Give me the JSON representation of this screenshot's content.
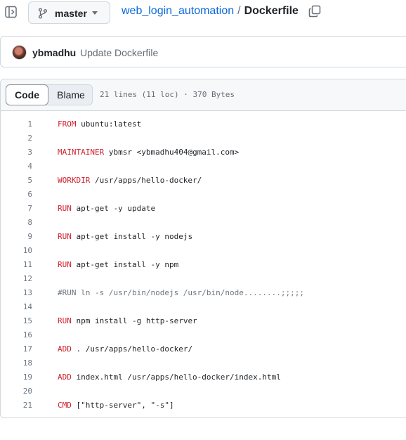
{
  "topbar": {
    "sidepanel_icon": "sidebar-expand-icon",
    "branch": {
      "icon": "git-branch-icon",
      "name": "master",
      "caret_icon": "triangle-down-icon"
    },
    "breadcrumb": {
      "repo": "web_login_automation",
      "separator": "/",
      "file": "Dockerfile"
    },
    "copy_icon": "copy-icon"
  },
  "commit": {
    "author": "ybmadhu",
    "message": "Update Dockerfile"
  },
  "file": {
    "tabs": {
      "code": "Code",
      "blame": "Blame"
    },
    "info": "21 lines (11 loc) · 370 Bytes",
    "lines": [
      {
        "n": "1",
        "kw": "FROM",
        "rest": " ubuntu:latest",
        "comment": ""
      },
      {
        "n": "2",
        "kw": "",
        "rest": "",
        "comment": ""
      },
      {
        "n": "3",
        "kw": "MAINTAINER",
        "rest": " ybmsr <ybmadhu404@gmail.com>",
        "comment": ""
      },
      {
        "n": "4",
        "kw": "",
        "rest": "",
        "comment": ""
      },
      {
        "n": "5",
        "kw": "WORKDIR",
        "rest": " /usr/apps/hello-docker/",
        "comment": ""
      },
      {
        "n": "6",
        "kw": "",
        "rest": "",
        "comment": ""
      },
      {
        "n": "7",
        "kw": "RUN",
        "rest": " apt-get -y update",
        "comment": ""
      },
      {
        "n": "8",
        "kw": "",
        "rest": "",
        "comment": ""
      },
      {
        "n": "9",
        "kw": "RUN",
        "rest": " apt-get install -y nodejs",
        "comment": ""
      },
      {
        "n": "10",
        "kw": "",
        "rest": "",
        "comment": ""
      },
      {
        "n": "11",
        "kw": "RUN",
        "rest": " apt-get install -y npm",
        "comment": ""
      },
      {
        "n": "12",
        "kw": "",
        "rest": "",
        "comment": ""
      },
      {
        "n": "13",
        "kw": "",
        "rest": "",
        "comment": "#RUN ln -s /usr/bin/nodejs /usr/bin/node........;;;;;"
      },
      {
        "n": "14",
        "kw": "",
        "rest": "",
        "comment": ""
      },
      {
        "n": "15",
        "kw": "RUN",
        "rest": " npm install -g http-server",
        "comment": ""
      },
      {
        "n": "16",
        "kw": "",
        "rest": "",
        "comment": ""
      },
      {
        "n": "17",
        "kw": "ADD",
        "rest": " . /usr/apps/hello-docker/",
        "comment": ""
      },
      {
        "n": "18",
        "kw": "",
        "rest": "",
        "comment": ""
      },
      {
        "n": "19",
        "kw": "ADD",
        "rest": " index.html /usr/apps/hello-docker/index.html",
        "comment": ""
      },
      {
        "n": "20",
        "kw": "",
        "rest": "",
        "comment": ""
      },
      {
        "n": "21",
        "kw": "CMD",
        "rest": " [\"http-server\", \"-s\"]",
        "comment": ""
      }
    ]
  }
}
